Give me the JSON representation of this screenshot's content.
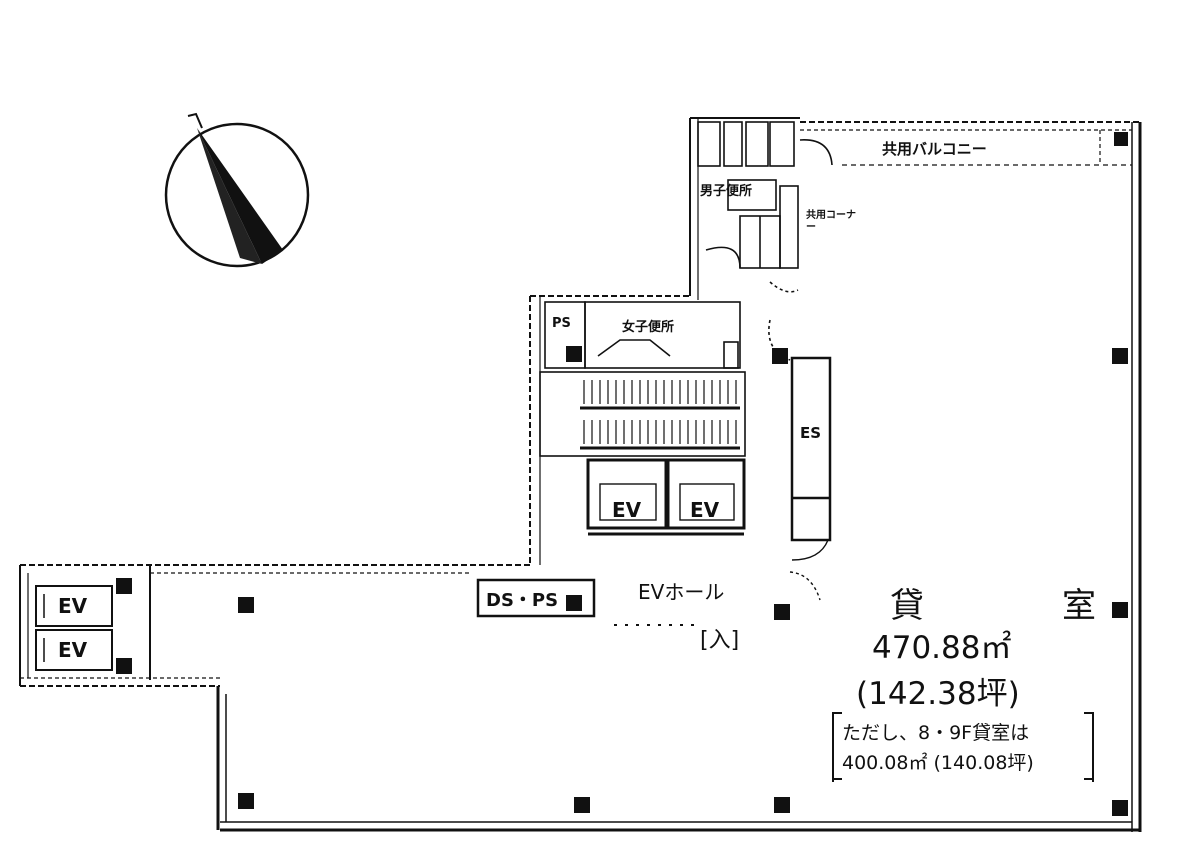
{
  "room": {
    "label": "貸　室",
    "area_m2": "470.88㎡",
    "area_tsubo": "(142.38坪)"
  },
  "note": {
    "line1": "ただし、8・9F貸室は",
    "line2": "400.08㎡ (140.08坪)"
  },
  "labels": {
    "balcony": "共用バルコニー",
    "womens_toilet": "女子便所",
    "mens_toilet": "男子便所",
    "shared_corner": "共用コーナー",
    "ps": "PS",
    "es": "ES",
    "ev": "EV",
    "ev_hall": "EVホール",
    "ds_ps": "DS・PS",
    "entrance_mark": "[入]"
  }
}
